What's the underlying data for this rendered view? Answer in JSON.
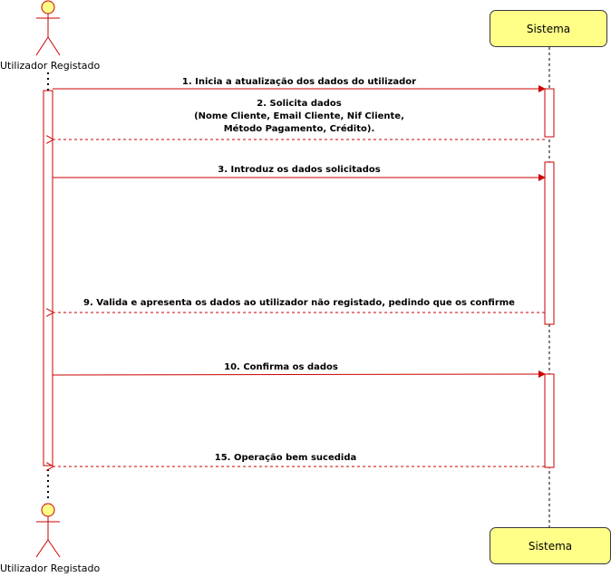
{
  "actor": {
    "name": "Utilizador Registado"
  },
  "system": {
    "name": "Sistema"
  },
  "messages": [
    {
      "id": "m1",
      "lines": [
        "1. Inicia a atualização dos dados do utilizador"
      ]
    },
    {
      "id": "m2",
      "lines": [
        "2. Solicita dados",
        "(Nome Cliente, Email Cliente, Nif Cliente,",
        "Método Pagamento, Crédito)."
      ]
    },
    {
      "id": "m3",
      "lines": [
        "3. Introduz os dados solicitados"
      ]
    },
    {
      "id": "m9",
      "lines": [
        "9. Valida e apresenta os dados ao utilizador não registado, pedindo que os confirme"
      ]
    },
    {
      "id": "m10",
      "lines": [
        "10. Confirma os dados"
      ]
    },
    {
      "id": "m15",
      "lines": [
        "15. Operação bem sucedida"
      ]
    }
  ],
  "colors": {
    "line": "#cc0000",
    "box_fill": "#ffff88",
    "actor_fill": "#ffff88"
  }
}
